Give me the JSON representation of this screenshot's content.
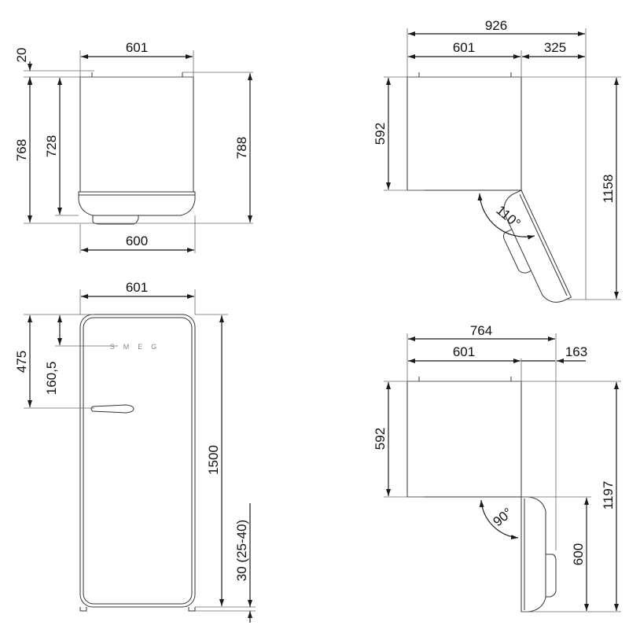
{
  "top_view_closed": {
    "d_20": "20",
    "d_601": "601",
    "d_768": "768",
    "d_728": "728",
    "d_788": "788",
    "d_600": "600"
  },
  "front_view": {
    "d_601": "601",
    "d_475": "475",
    "d_160_5": "160,5",
    "d_1500": "1500",
    "d_30": "30 (25-40)",
    "logo": "SMEG"
  },
  "top_view_110": {
    "d_926": "926",
    "d_601": "601",
    "d_325": "325",
    "d_592": "592",
    "d_1158": "1158",
    "angle": "110°"
  },
  "top_view_90": {
    "d_764": "764",
    "d_601": "601",
    "d_163": "163",
    "d_592": "592",
    "d_1197": "1197",
    "d_600": "600",
    "angle": "90°"
  },
  "colors": {
    "line": "#1a1a1a",
    "text": "#111111",
    "body": "#333333"
  }
}
